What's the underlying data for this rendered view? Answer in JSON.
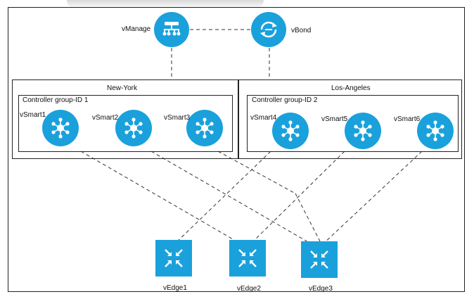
{
  "nodes": {
    "vmanage": "vManage",
    "vbond": "vBond",
    "vsmart1": "vSmart1",
    "vsmart2": "vSmart2",
    "vsmart3": "vSmart3",
    "vsmart4": "vSmart4",
    "vsmart5": "vSmart5",
    "vsmart6": "vSmart6",
    "vedge1": "vEdge1",
    "vedge2": "vEdge2",
    "vedge3": "vEdge3"
  },
  "sites": {
    "left": {
      "title": "New-York",
      "group": "Controller group-ID 1"
    },
    "right": {
      "title": "Los-Angeles",
      "group": "Controller group-ID 2"
    }
  },
  "colors": {
    "device": "#1aa1dc",
    "line": "#333333"
  },
  "icons": {
    "vmanage": "vmanage-icon",
    "vbond": "vbond-icon",
    "vsmart": "vsmart-icon",
    "vedge": "router-icon"
  }
}
